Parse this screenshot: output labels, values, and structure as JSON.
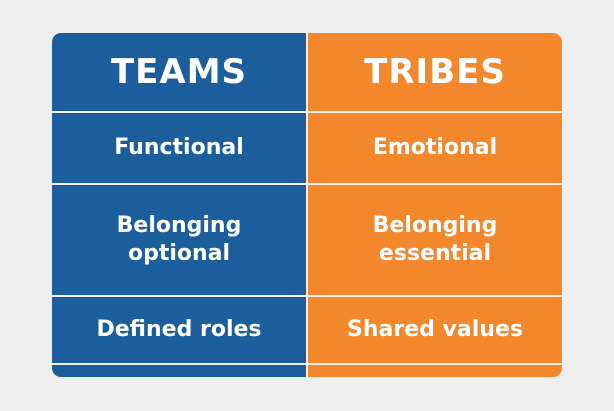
{
  "columns": [
    {
      "header": "TEAMS",
      "cells": [
        "Functional",
        "Belonging optional",
        "Defined roles",
        ""
      ]
    },
    {
      "header": "TRIBES",
      "cells": [
        "Emotional",
        "Belonging essential",
        "Shared values",
        ""
      ]
    }
  ],
  "colors": {
    "teams": "#1b5e9b",
    "tribes": "#f2872b",
    "background": "#efefef",
    "divider": "#f3f3f3",
    "text": "#ffffff"
  }
}
